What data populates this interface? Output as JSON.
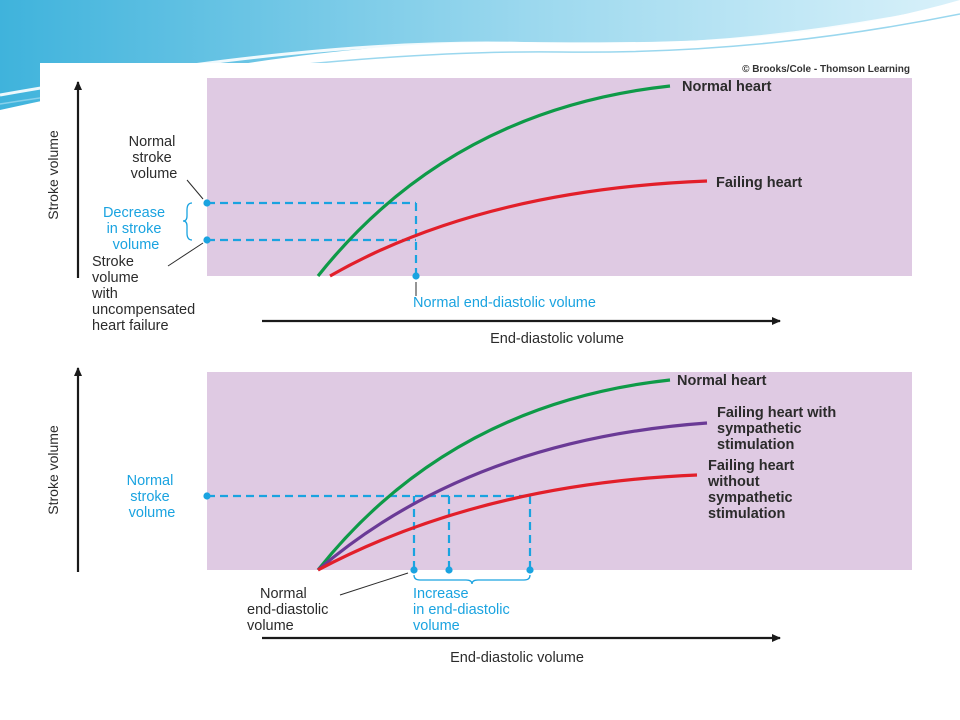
{
  "credit": "© Brooks/Cole - Thomson Learning",
  "colors": {
    "plot_background": "#dfcae3",
    "normal_heart": "#0e9a48",
    "failing_heart": "#e21f2a",
    "sympathetic": "#6a3a96",
    "guide_blue": "#1aa3e0",
    "text": "#2b2b2b"
  },
  "top_panel": {
    "y_axis_title": "Stroke volume",
    "x_axis_title": "End-diastolic volume",
    "curve_normal": "Normal heart",
    "curve_failing": "Failing heart",
    "normal_sv": [
      "Normal",
      "stroke",
      "volume"
    ],
    "decrease_sv": [
      "Decrease",
      "in stroke",
      "volume"
    ],
    "uncompensated_sv": [
      "Stroke",
      "volume",
      "with",
      "uncompensated",
      "heart failure"
    ],
    "normal_edv": "Normal end-diastolic volume"
  },
  "bottom_panel": {
    "y_axis_title": "Stroke volume",
    "x_axis_title": "End-diastolic volume",
    "curve_normal": "Normal heart",
    "curve_sympathetic": [
      "Failing heart with",
      "sympathetic",
      "stimulation"
    ],
    "curve_failing": [
      "Failing heart",
      "without",
      "sympathetic",
      "stimulation"
    ],
    "normal_sv": [
      "Normal",
      "stroke",
      "volume"
    ],
    "normal_edv": [
      "Normal",
      "end-diastolic",
      "volume"
    ],
    "increase_edv": [
      "Increase",
      "in end-diastolic",
      "volume"
    ]
  }
}
